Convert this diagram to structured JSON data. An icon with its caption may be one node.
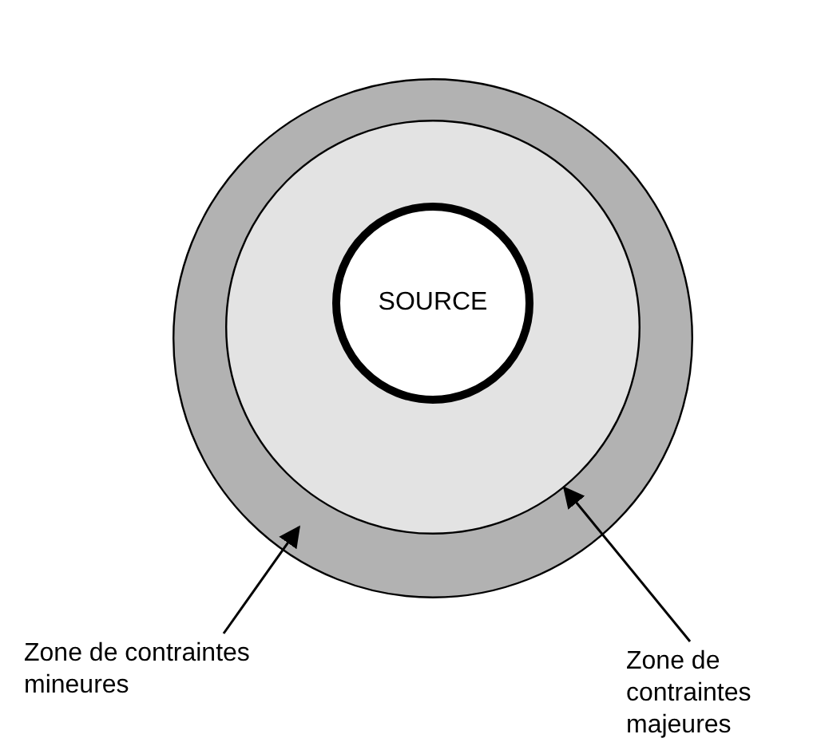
{
  "diagram": {
    "nodes": [
      {
        "text": [],
        "shape": "circle"
      },
      {
        "text": [],
        "shape": "circle",
        "in": 0
      },
      {
        "text": [
          "SOURCE"
        ],
        "in": 1
      },
      {
        "text": [
          "Zone de contraintes mineures"
        ]
      },
      {
        "text": [
          "Zone de contraintes majeures"
        ]
      }
    ],
    "edges": [
      {
        "from": 3,
        "to": 0,
        "arrow": "to"
      },
      {
        "from": 4,
        "to": 1,
        "arrow": "to"
      }
    ]
  }
}
